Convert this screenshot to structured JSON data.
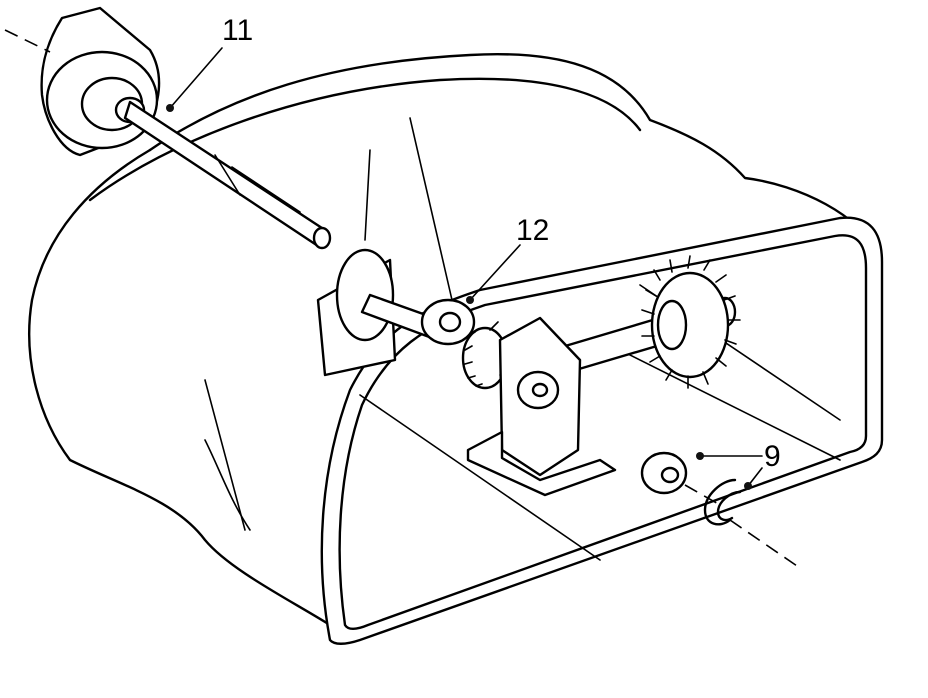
{
  "diagram": {
    "callouts": [
      {
        "id": "11",
        "label": "11"
      },
      {
        "id": "12",
        "label": "12"
      },
      {
        "id": "9",
        "label": "9"
      }
    ]
  }
}
